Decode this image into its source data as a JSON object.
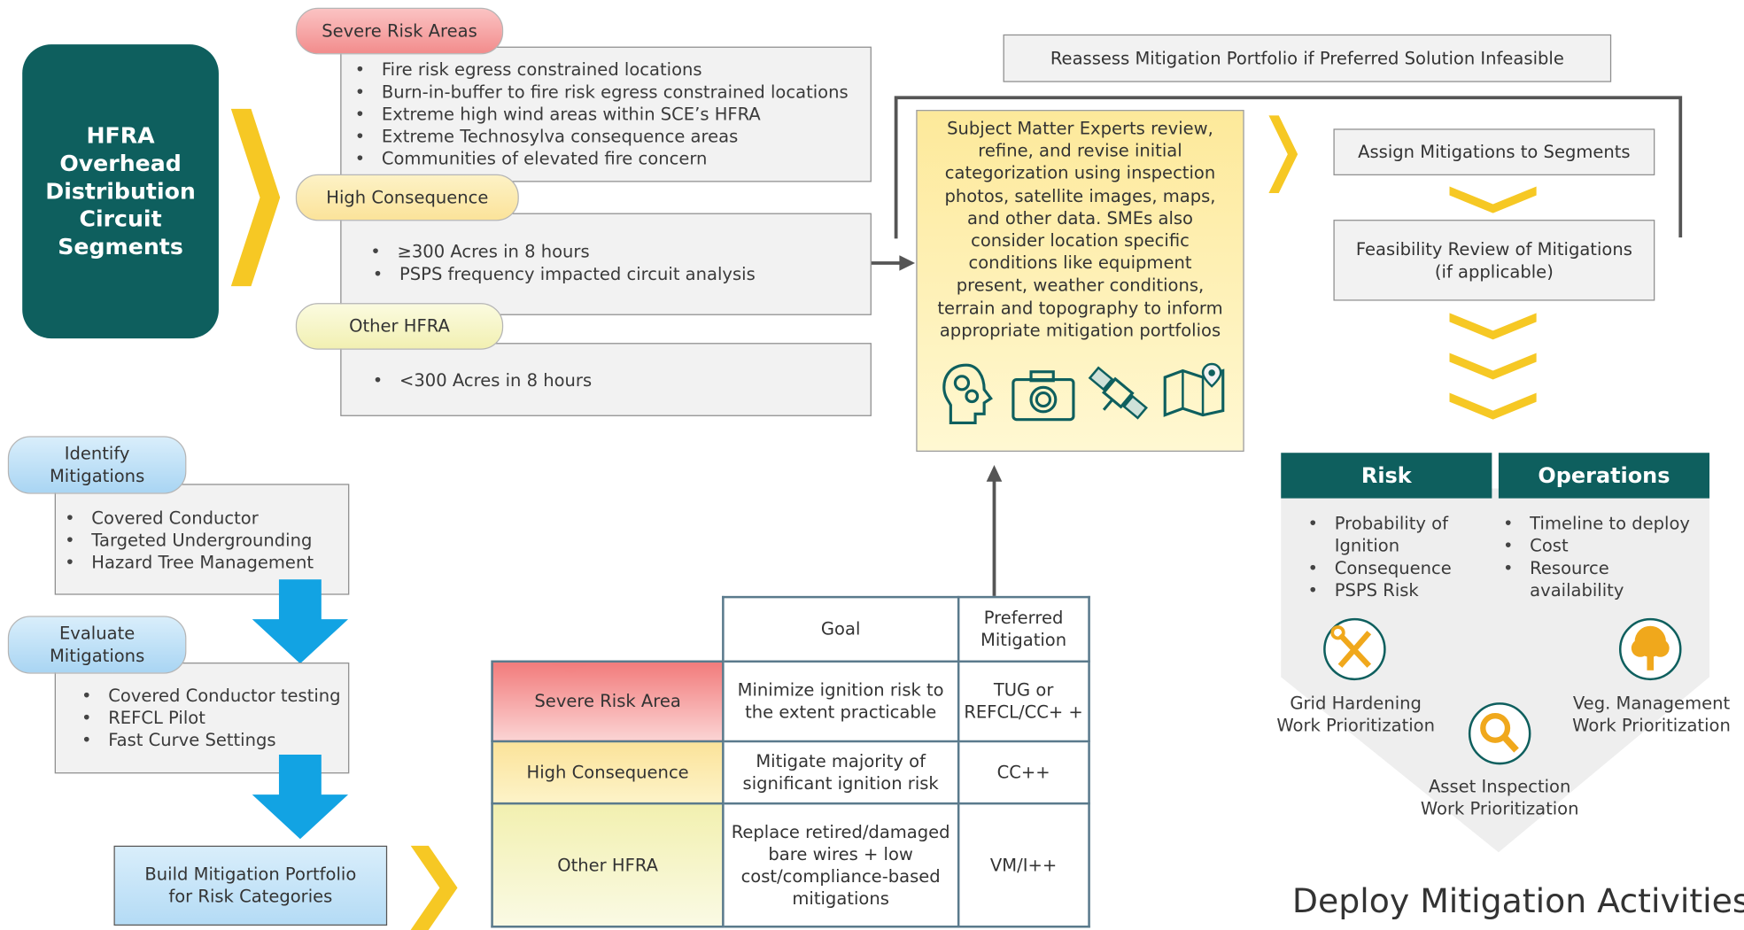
{
  "hfra_block": {
    "title": "HFRA Overhead Distribution Circuit Segments"
  },
  "severe": {
    "label": "Severe Risk Areas",
    "items": [
      "Fire risk egress constrained locations",
      "Burn-in-buffer to fire risk egress constrained locations",
      "Extreme high wind areas within SCE’s HFRA",
      "Extreme Technosylva consequence areas",
      "Communities of elevated fire concern"
    ]
  },
  "high": {
    "label": "High Consequence",
    "items": [
      "≥300 Acres in 8 hours",
      "PSPS frequency impacted circuit analysis"
    ]
  },
  "other": {
    "label": "Other HFRA",
    "items": [
      "<300 Acres in 8 hours"
    ]
  },
  "sme": {
    "text": "Subject Matter Experts review, refine, and revise initial categorization using inspection photos, satellite images, maps, and other data. SMEs also consider location specific conditions like equipment present, weather conditions, terrain and topography to inform appropriate mitigation portfolios",
    "icons": [
      "head-gears-icon",
      "camera-icon",
      "satellite-icon",
      "map-pin-icon"
    ]
  },
  "reassess": {
    "label": "Reassess Mitigation Portfolio if Preferred Solution Infeasible"
  },
  "assign": {
    "label": "Assign Mitigations to Segments"
  },
  "feasibility": {
    "line1": "Feasibility Review of Mitigations",
    "line2": "(if applicable)"
  },
  "identify": {
    "label": "Identify Mitigations",
    "items": [
      "Covered Conductor",
      "Targeted Undergrounding",
      "Hazard Tree Management"
    ]
  },
  "evaluate": {
    "label": "Evaluate Mitigations",
    "items": [
      "Covered Conductor testing",
      "REFCL Pilot",
      "Fast Curve Settings"
    ]
  },
  "build": {
    "label": "Build Mitigation Portfolio for Risk Categories"
  },
  "table": {
    "headers": [
      "Goal",
      "Preferred Mitigation"
    ],
    "rows": [
      {
        "category": "Severe Risk Area",
        "goal": "Minimize ignition risk to the extent practicable",
        "mitigation": "TUG or REFCL/CC+ +"
      },
      {
        "category": "High Consequence",
        "goal": "Mitigate majority of significant ignition risk",
        "mitigation": "CC++"
      },
      {
        "category": "Other HFRA",
        "goal": "Replace retired/damaged bare wires + low cost/compliance-based mitigations",
        "mitigation": "VM/I++"
      }
    ]
  },
  "risk": {
    "title": "Risk",
    "items": [
      "Probability of Ignition",
      "Consequence",
      "PSPS Risk"
    ]
  },
  "operations": {
    "title": "Operations",
    "items": [
      "Timeline to deploy",
      "Cost",
      "Resource availability"
    ]
  },
  "work": {
    "grid": "Grid Hardening Work Prioritization",
    "veg": "Veg. Management Work Prioritization",
    "asset": "Asset Inspection Work Prioritization"
  },
  "deploy": {
    "label": "Deploy Mitigation Activities"
  },
  "colors": {
    "teal": "#0e5f5e",
    "yellow_accent": "#f6c824",
    "blue_arrow": "#12a3e3",
    "pill_blue": "#bfe0f5",
    "severe_red": "#f28c8c",
    "high_yellow": "#fbe8a0",
    "other_yellow": "#f4f2b8"
  }
}
